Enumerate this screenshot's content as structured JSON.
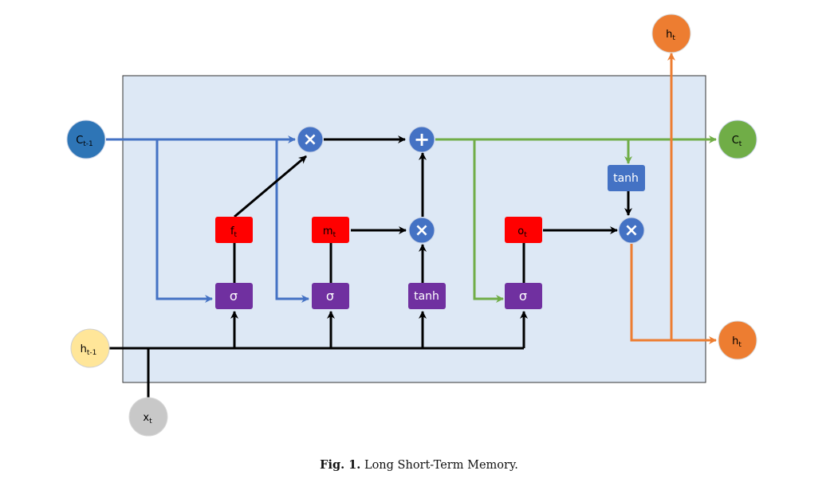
{
  "caption": {
    "prefix": "Fig. 1.",
    "text": "Long Short-Term Memory."
  },
  "colors": {
    "cell_bg": "#dde8f5",
    "blue": "#4472c4",
    "dark_blue": "#2e75b6",
    "green": "#70ad47",
    "orange": "#ed7d31",
    "red": "#ff0000",
    "purple": "#7030a0",
    "yellow": "#ffe699",
    "gray": "#c8c8c8",
    "black": "#000000"
  },
  "nodes": {
    "c_prev": {
      "base": "C",
      "sub": "t-1"
    },
    "h_prev": {
      "base": "h",
      "sub": "t-1"
    },
    "x_t": {
      "base": "x",
      "sub": "t"
    },
    "c_t": {
      "base": "C",
      "sub": "t"
    },
    "h_t_top": {
      "base": "h",
      "sub": "t"
    },
    "h_t_right": {
      "base": "h",
      "sub": "t"
    }
  },
  "gates": {
    "f": {
      "base": "f",
      "sub": "t"
    },
    "m": {
      "base": "m",
      "sub": "t"
    },
    "o": {
      "base": "o",
      "sub": "t"
    }
  },
  "activations": {
    "sigma_f": "σ",
    "sigma_m": "σ",
    "tanh_in": "tanh",
    "sigma_o": "σ",
    "tanh_out": "tanh"
  },
  "operators": {
    "mult": "×",
    "add": "+"
  }
}
